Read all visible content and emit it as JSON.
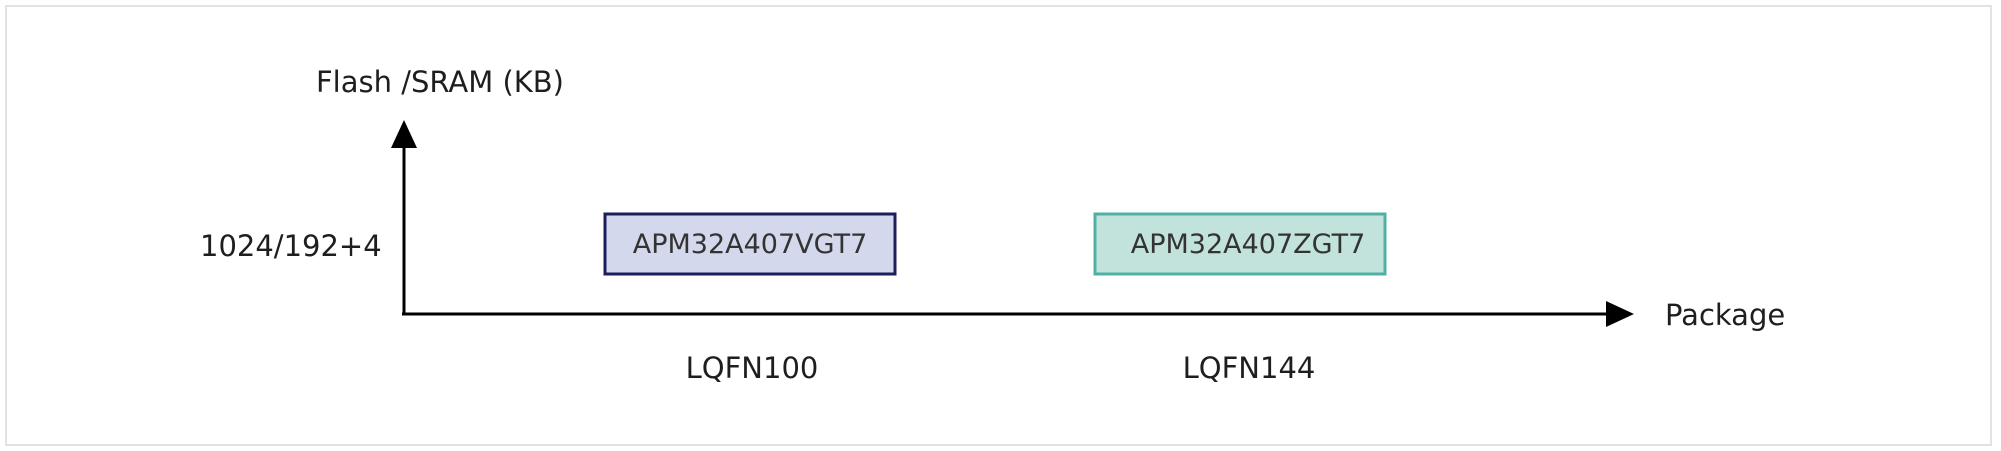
{
  "y_axis": {
    "label": "Flash /SRAM (KB)"
  },
  "x_axis": {
    "label": "Package"
  },
  "rows": [
    {
      "label": "1024/192+4"
    }
  ],
  "columns": [
    {
      "label": "LQFN100"
    },
    {
      "label": "LQFN144"
    }
  ],
  "chips": [
    {
      "name": "APM32A407VGT7",
      "fill": "#d4d8ed",
      "stroke": "#1c1e5c"
    },
    {
      "name": "APM32A407ZGT7",
      "fill": "#c2e2dc",
      "stroke": "#4fb1a3"
    }
  ],
  "colors": {
    "axis": "#000000",
    "frame_border": "#e2e2e2",
    "text": "#1e1e1e"
  }
}
